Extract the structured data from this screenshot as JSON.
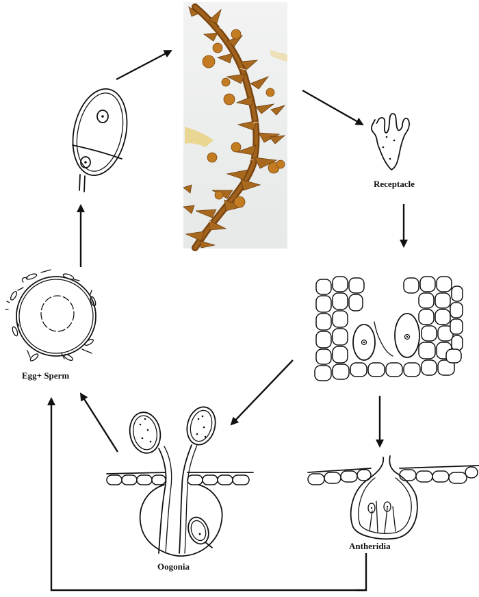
{
  "labels": {
    "receptacle": "Receptacle",
    "egg_sperm": "Egg+ Sperm",
    "oogonia": "Oogonia",
    "antheridia": "Antheridia"
  },
  "photo": {
    "description_icon": "seaweed-photo",
    "colors": {
      "background": "#eef0ef",
      "frond": "#a0621c",
      "dark_frond": "#6e3f0e",
      "light_frond": "#d9b46a"
    }
  },
  "arrow_color": "#111111"
}
